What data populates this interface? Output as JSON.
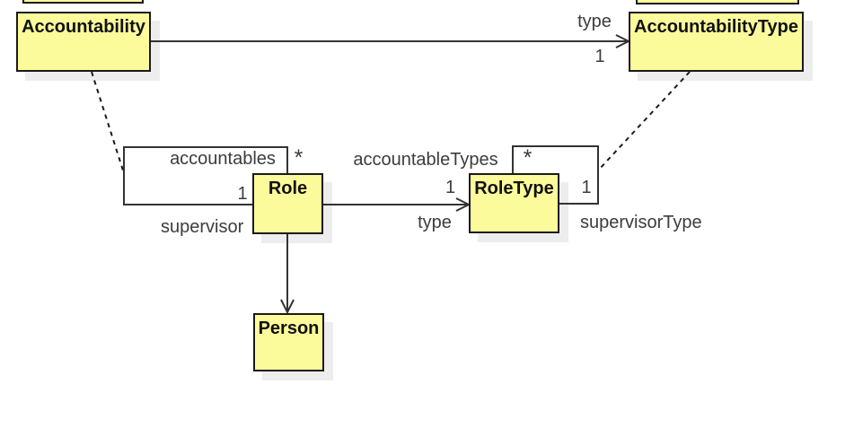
{
  "colors": {
    "background": "#FFFFFF",
    "node_fill": "#FBFB9C",
    "node_border": "#1A1A1A",
    "shadow": "#EDEDED",
    "line": "#333333",
    "label_text": "#3C3C3C",
    "class_text": "#111111"
  },
  "nodes": {
    "accountability": {
      "label": "Accountability"
    },
    "accountabilityType": {
      "label": "AccountabilityType"
    },
    "role": {
      "label": "Role"
    },
    "roleType": {
      "label": "RoleType"
    },
    "person": {
      "label": "Person"
    }
  },
  "edges": {
    "accountability_type": {
      "name_label": "type",
      "multiplicity": "1"
    },
    "role_self": {
      "name_label": "accountables",
      "multiplicity_many": "*",
      "multiplicity_one": "1",
      "role_label": "supervisor"
    },
    "roletype_self": {
      "name_label": "accountableTypes",
      "multiplicity_many": "*",
      "multiplicity_one": "1",
      "role_label": "supervisorType"
    },
    "role_roletype": {
      "name_label": "type",
      "multiplicity": "1"
    }
  }
}
